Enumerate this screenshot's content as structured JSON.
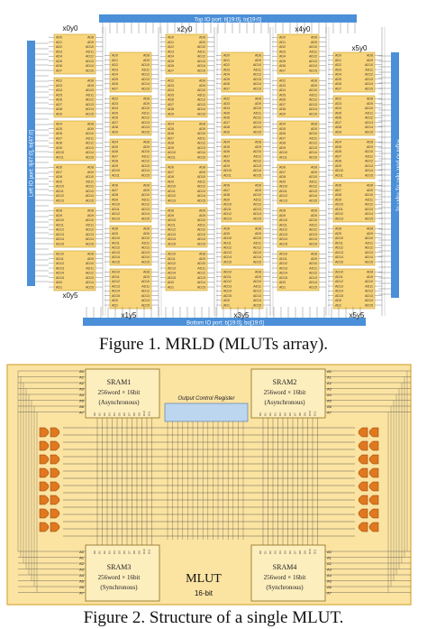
{
  "figure1": {
    "caption": "Figure 1. MRLD (MLUTs array).",
    "top_port": "Top IO port: ti[19:0], to[19:0]",
    "bottom_port": "Bottom IO port: b[19:0], bo[19:0]",
    "left_port": "Left IO port: li[47:0], lo[47:0]",
    "right_port": "Right IO port: ri[47:0], ro[47:0]",
    "col_labels_top": [
      "x0y0",
      "x2y0",
      "x4y0",
      "x5y0"
    ],
    "col_labels_bottom": [
      "x0y5",
      "x1y5",
      "x3y5",
      "x5y5"
    ],
    "pin_labels": [
      "AD0",
      "AD1",
      "AD2",
      "AD3",
      "AD4",
      "AD5",
      "AD6",
      "AD7",
      "AD8",
      "AD9",
      "AD10",
      "AD11",
      "AD12",
      "AD13",
      "AD14",
      "AD15"
    ]
  },
  "figure2": {
    "caption": "Figure 2. Structure of a single MLUT.",
    "output_register": "Output Control Register",
    "mlut_title": "MLUT",
    "mlut_subtitle": "16-bit",
    "srams": [
      {
        "name": "SRAM1",
        "size": "256word × 16bit",
        "mode": "(Asynchronous)"
      },
      {
        "name": "SRAM2",
        "size": "256word × 16bit",
        "mode": "(Asynchronous)"
      },
      {
        "name": "SRAM3",
        "size": "256word × 16bit",
        "mode": "(Synchronous)"
      },
      {
        "name": "SRAM4",
        "size": "256word × 16bit",
        "mode": "(Synchronous)"
      }
    ],
    "addr_pins": [
      "A0",
      "A1",
      "A2",
      "A3",
      "A4",
      "A5",
      "A6",
      "A7"
    ],
    "colors": {
      "fill": "#f9d57b",
      "border": "#d4a017",
      "wire": "#333333",
      "mux": "#e07820",
      "register": "#bcd6f0"
    }
  }
}
